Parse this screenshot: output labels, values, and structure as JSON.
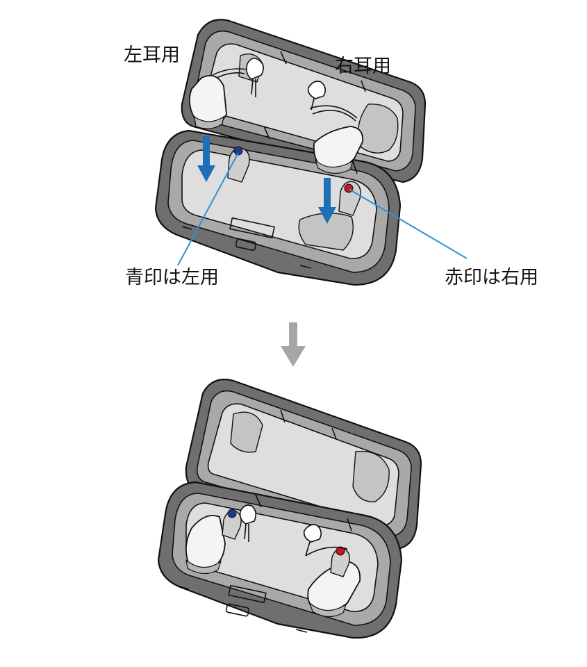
{
  "labels": {
    "left_ear": "左耳用",
    "right_ear": "右耳用",
    "blue_mark": "青印は左用",
    "red_mark": "赤印は右用"
  },
  "colors": {
    "blue_mark": "#1c3d8f",
    "red_mark": "#c4161c",
    "arrow_blue": "#1d6fb8",
    "leader_line": "#2a93d5",
    "step_arrow": "#a6a6a6"
  },
  "steps": [
    "hearing aids placed into charging case",
    "hearing aids seated in charging case"
  ]
}
